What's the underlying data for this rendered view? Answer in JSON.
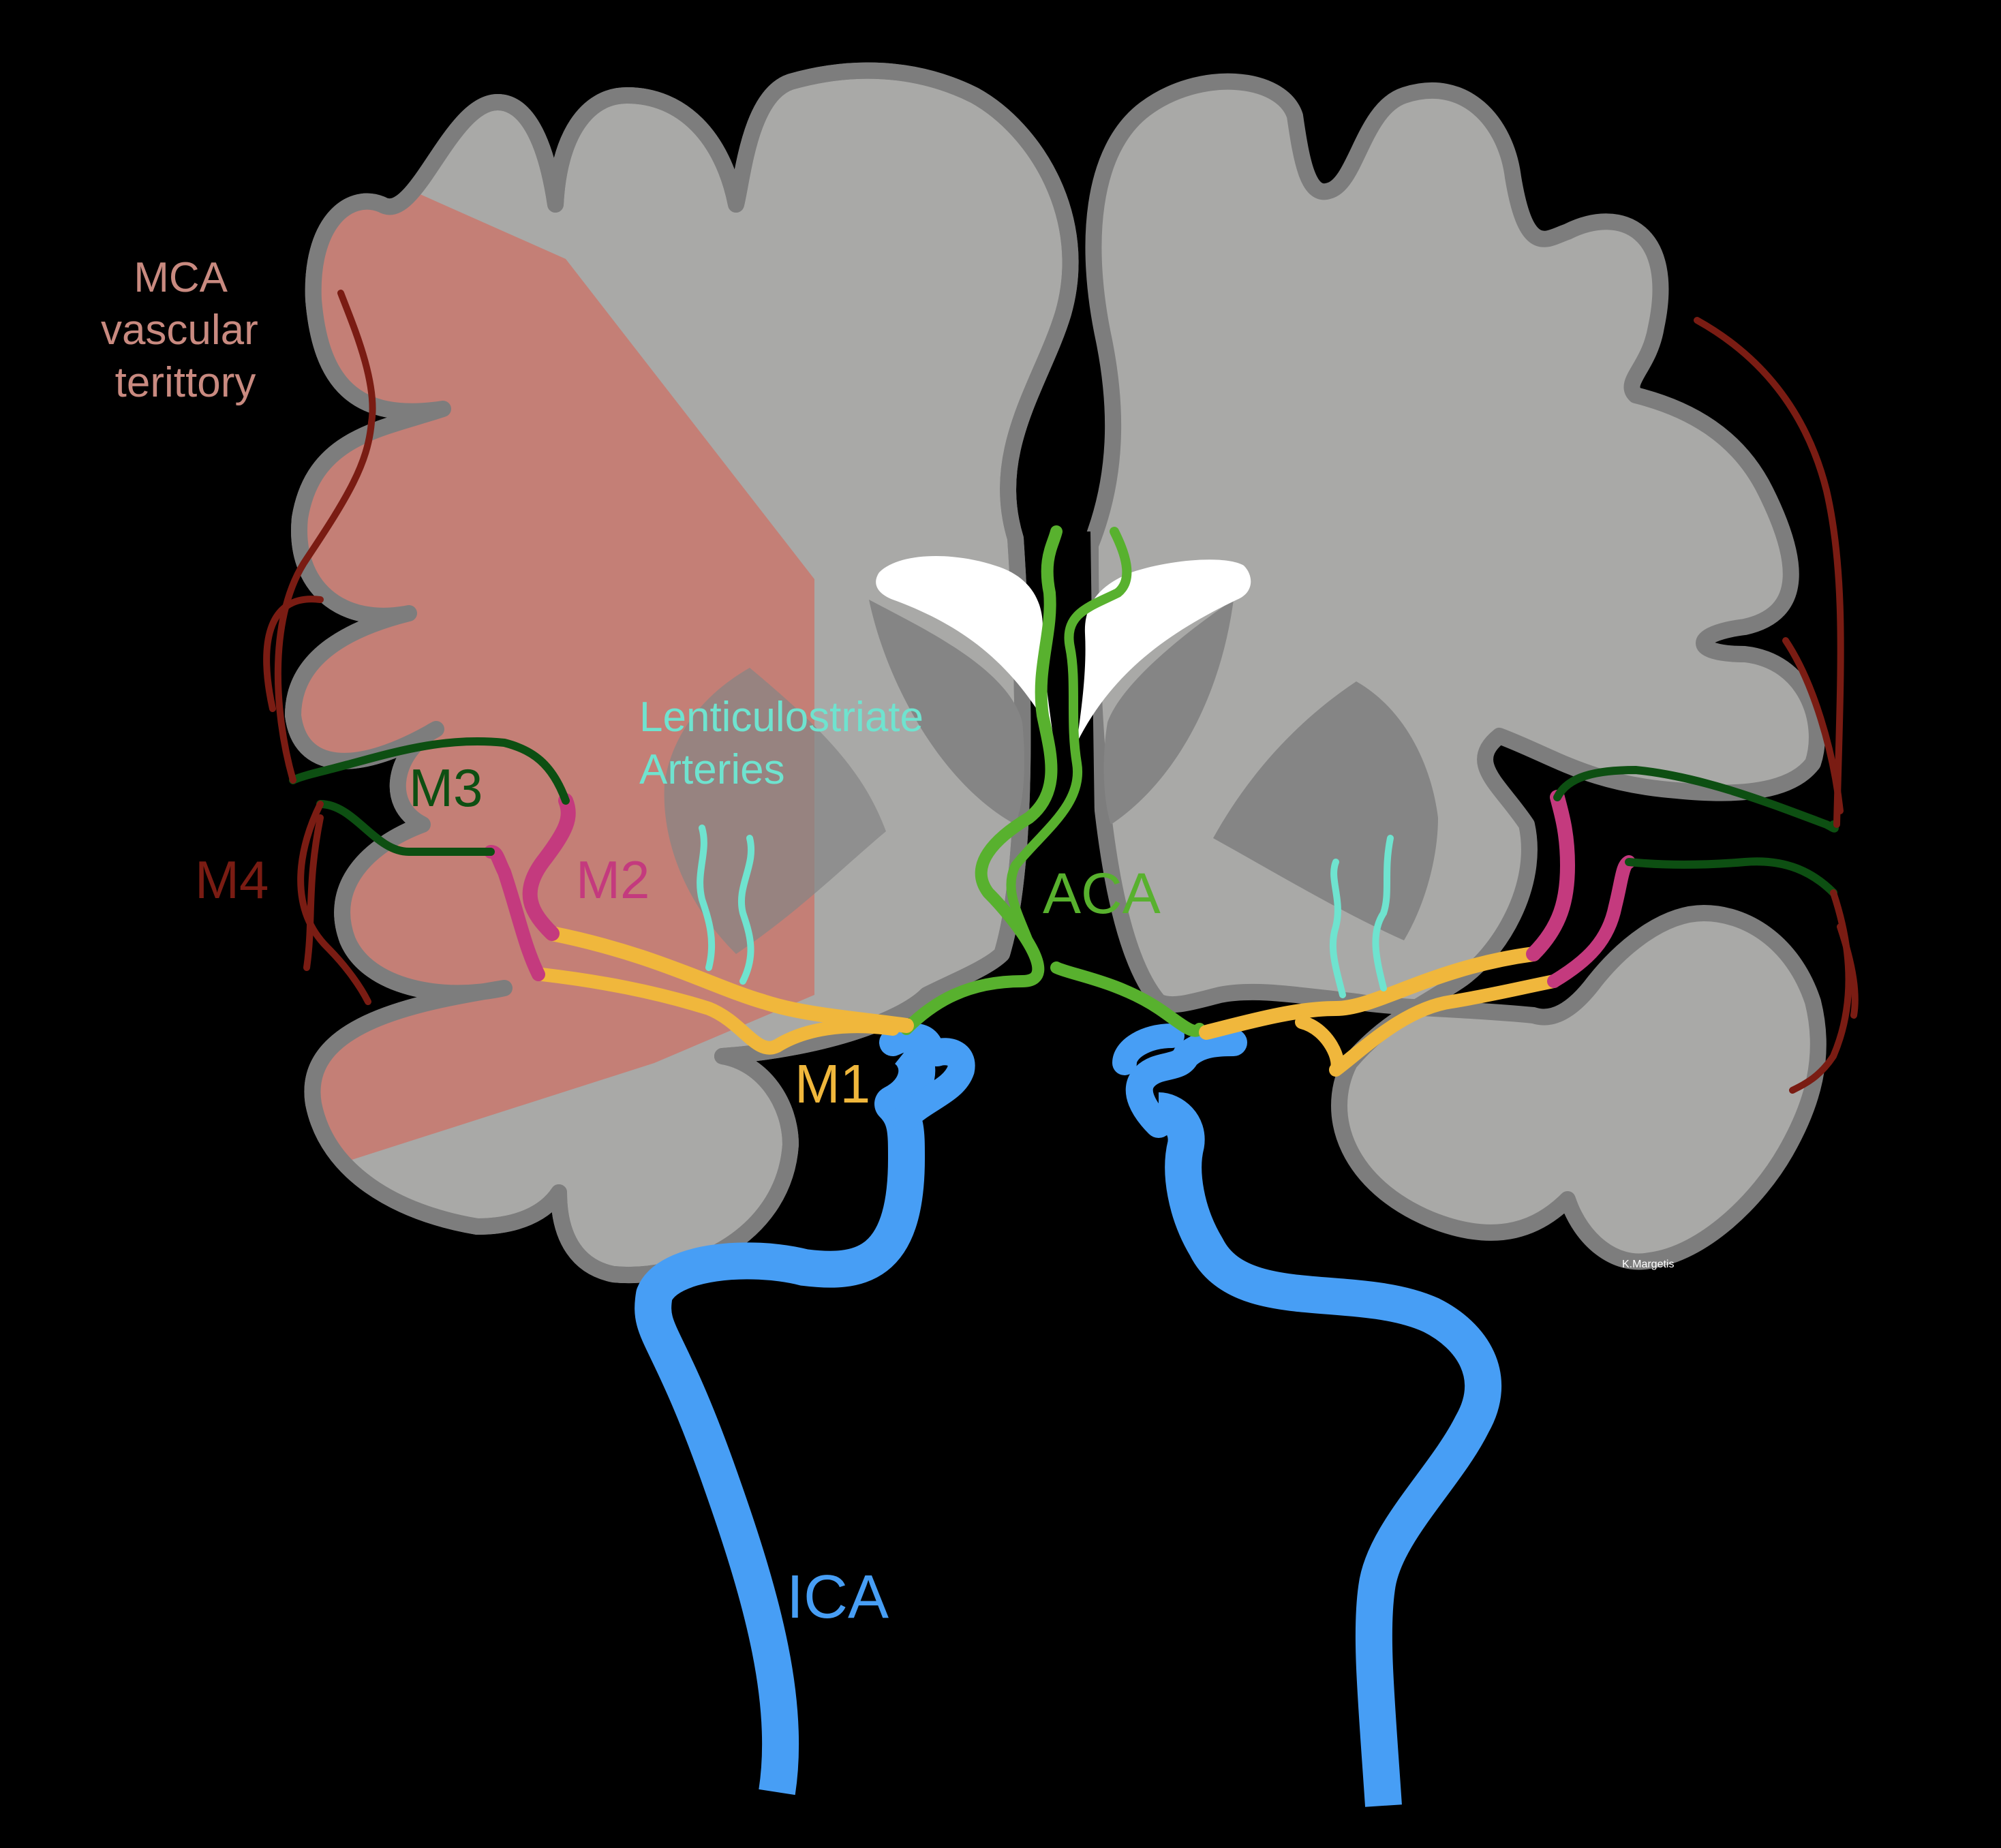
{
  "labels": {
    "mca_territory": [
      "MCA",
      "vascular",
      "terittory"
    ],
    "lenticulostriate": [
      "Lenticulostriate",
      "Arteries"
    ],
    "m1": "M1",
    "m2": "M2",
    "m3": "M3",
    "m4": "M4",
    "aca": "ACA",
    "ica": "ICA",
    "credit": "K.Margetis"
  },
  "colors": {
    "background": "#000000",
    "brain_fill": "#a9a9a7",
    "brain_outline": "#7d7d7d",
    "deep_nuclei": "#858585",
    "ventricles": "#ffffff",
    "mca_territory": "#c47f76",
    "ica": "#479ef5",
    "aca": "#58b12e",
    "m1": "#f0b73c",
    "m2": "#c43a7e",
    "m3": "#0d4f12",
    "m4": "#7a1c13",
    "lenticulostriate": "#6fe3cf",
    "credit_text": "#ffffff"
  }
}
